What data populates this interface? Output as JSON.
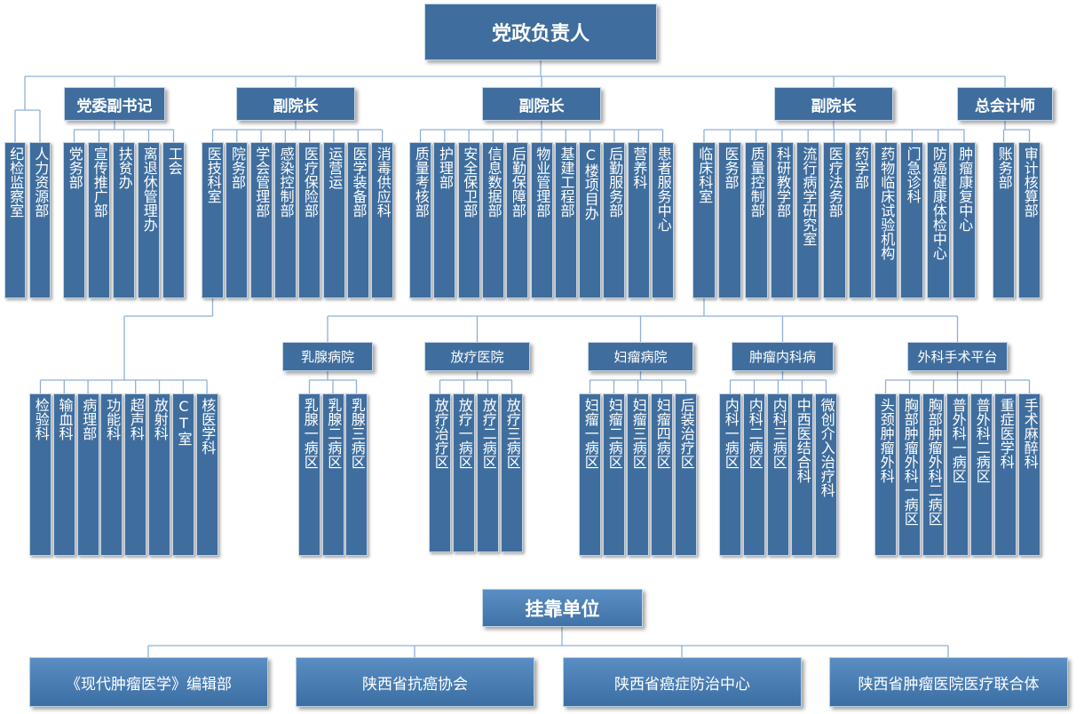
{
  "top": "党政负责人",
  "standalone": [
    "纪检监察室",
    "人力资源部"
  ],
  "leaders": [
    {
      "title": "党委副书记",
      "departments": [
        "党务部",
        "宣传推广部",
        "扶贫办",
        "离退休管理办",
        "工会"
      ]
    },
    {
      "title": "副院长",
      "departments": [
        "医技科室",
        "院务部",
        "学会管理部",
        "感染控制部",
        "医疗保险部",
        "运营运",
        "医学装备部",
        "消毒供应科"
      ]
    },
    {
      "title": "副院长",
      "departments": [
        "质量考核部",
        "护理部",
        "安全保卫部",
        "信息数据部",
        "后勤保障部",
        "物业管理部",
        "基建工程部",
        "C楼项目办",
        "后勤服务部",
        "营养科",
        "患者服务中心"
      ]
    },
    {
      "title": "副院长",
      "departments": [
        "临床科室",
        "医务部",
        "质量控制部",
        "科研教学部",
        "流行病学研究室",
        "医疗法务部",
        "药学部",
        "药物临床试验机构",
        "门急诊科",
        "防癌健康体检中心",
        "肿瘤康复中心"
      ]
    },
    {
      "title": "总会计师",
      "departments": [
        "账务部",
        "审计核算部"
      ]
    }
  ],
  "medical_tech": [
    "检验科",
    "输血科",
    "病理部",
    "功能科",
    "超声科",
    "放射科",
    "CT室",
    "核医学科"
  ],
  "clinical": [
    {
      "title": "乳腺病院",
      "wards": [
        "乳腺一病区",
        "乳腺二病区",
        "乳腺三病区"
      ]
    },
    {
      "title": "放疗医院",
      "wards": [
        "放疗治疗区",
        "放疗一病区",
        "放疗二病区",
        "放疗三病区"
      ]
    },
    {
      "title": "妇瘤病院",
      "wards": [
        "妇瘤一病区",
        "妇瘤二病区",
        "妇瘤三病区",
        "妇瘤四病区",
        "后装治疗区"
      ]
    },
    {
      "title": "肿瘤内科病",
      "wards": [
        "内科一病区",
        "内科二病区",
        "内科三病区",
        "中西医结合科",
        "微创介入治疗科"
      ]
    },
    {
      "title": "外科手术平台",
      "wards": [
        "头颈肿瘤外科",
        "胸部肿瘤外科一病区",
        "胸部肿瘤外科二病区",
        "普外科一病区",
        "普外科二病区",
        "重症医学科",
        "手术麻醉科"
      ]
    }
  ],
  "affiliated": {
    "title": "挂靠单位",
    "units": [
      "《现代肿瘤医学》编辑部",
      "陕西省抗癌协会",
      "陕西省癌症防治中心",
      "陕西省肿瘤医院医疗联合体"
    ]
  },
  "colors": {
    "box": "#3f6e9e",
    "line": "#8db0d8"
  }
}
